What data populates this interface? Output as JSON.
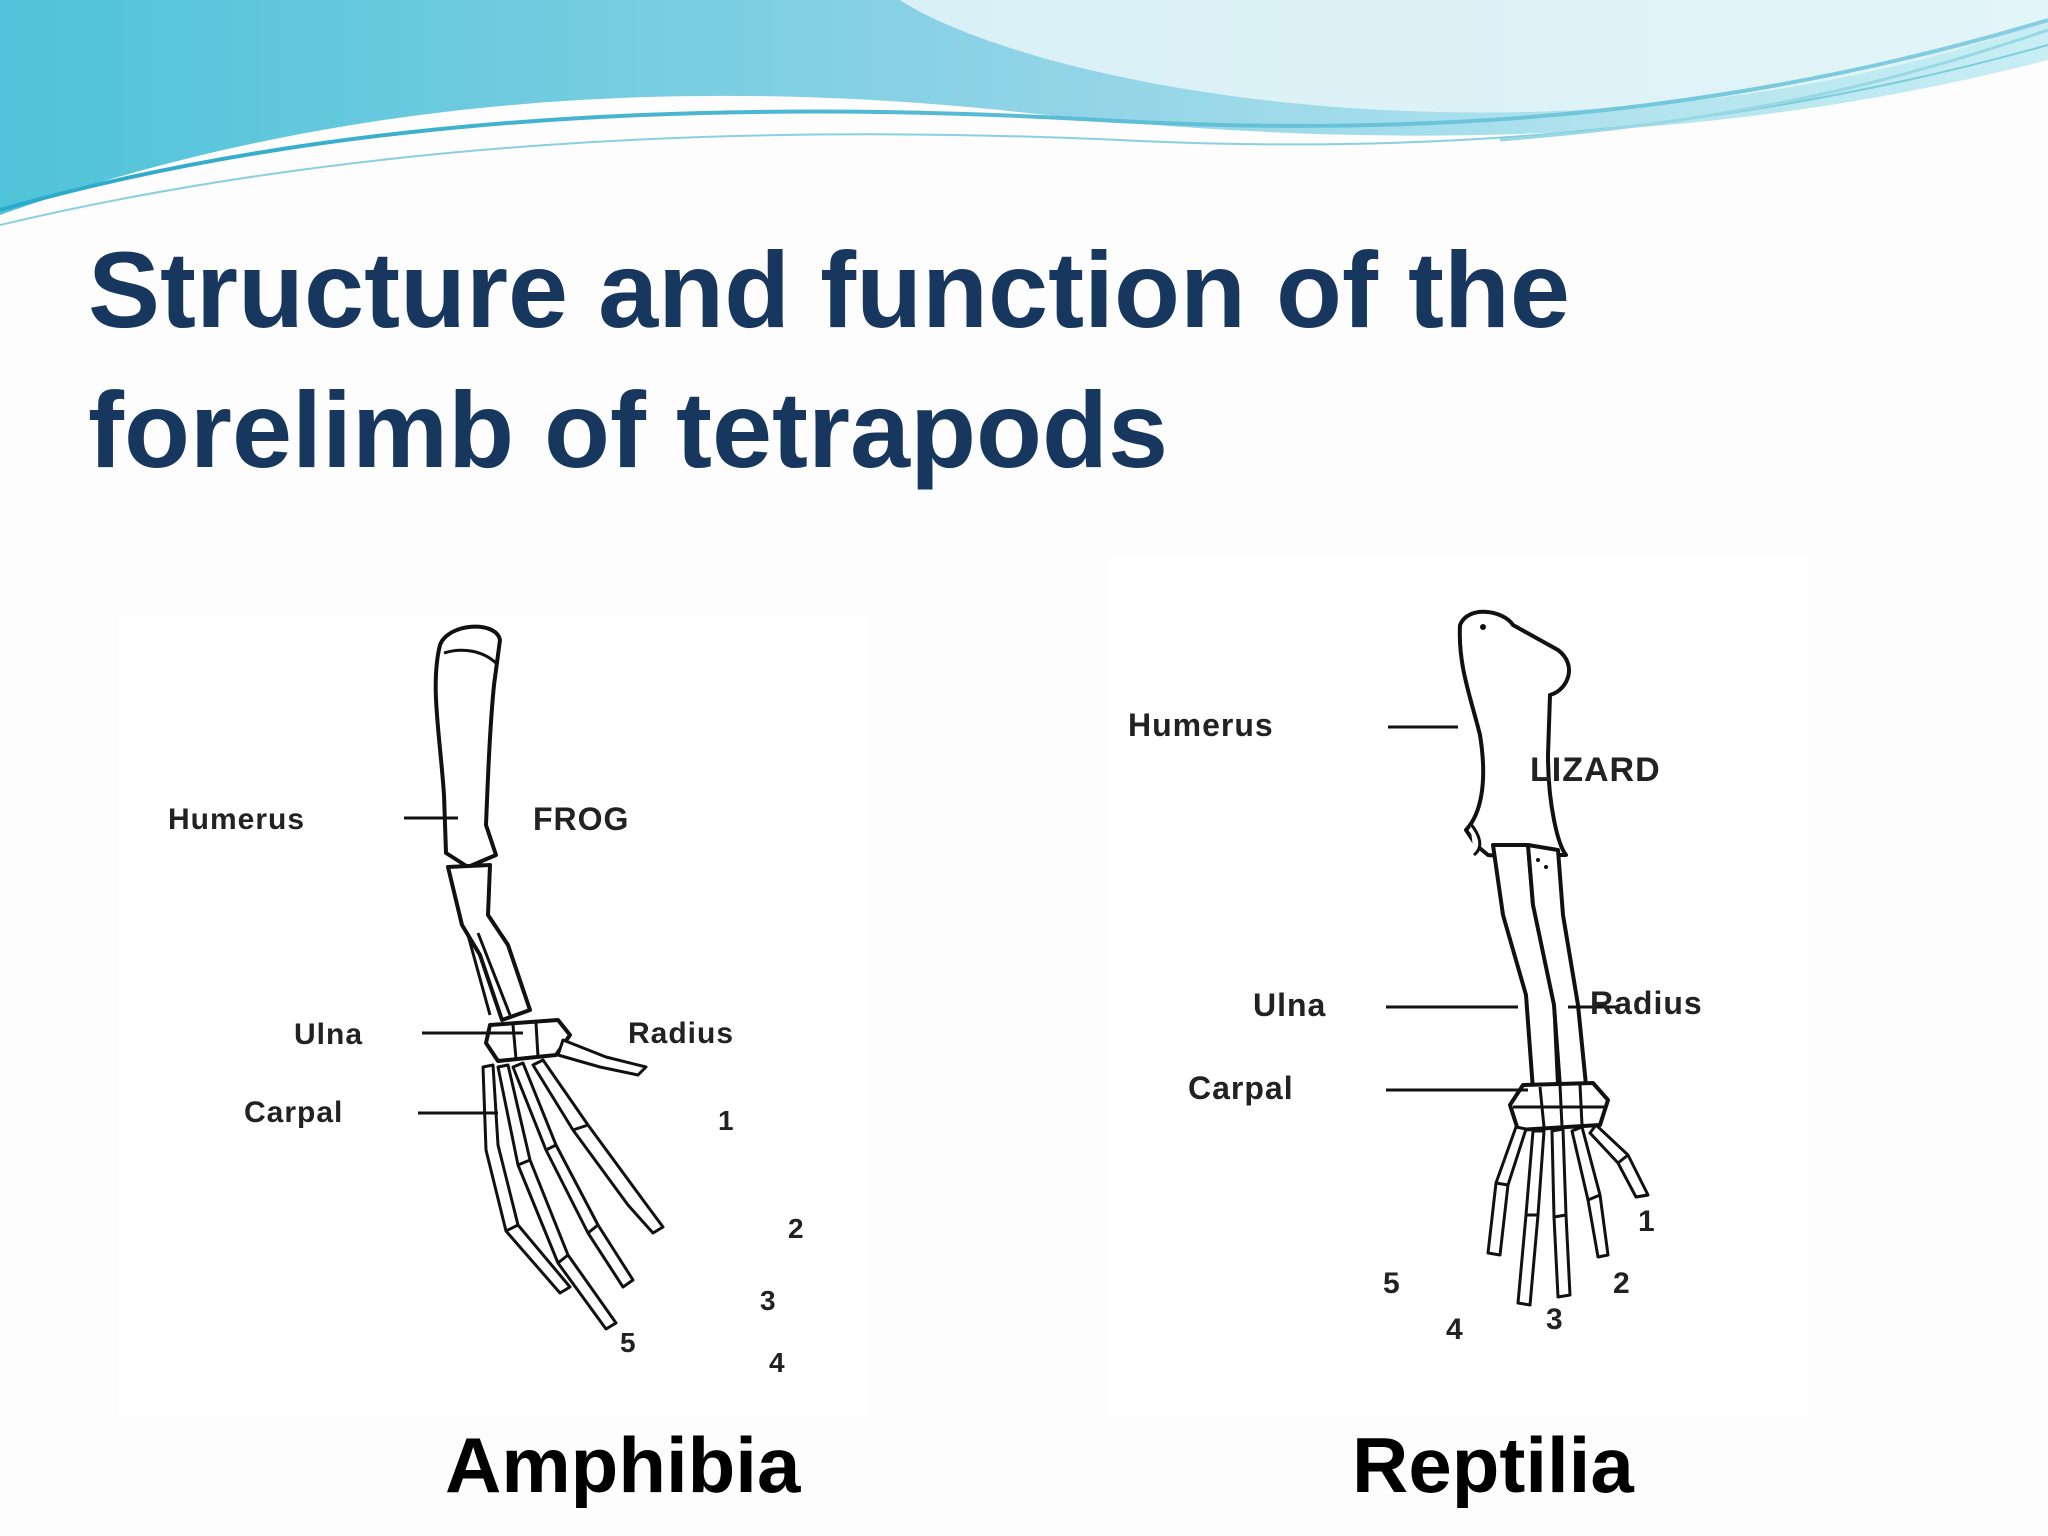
{
  "slide": {
    "title": "Structure and function of the forelimb of tetrapods",
    "theme_colors": {
      "title": "#17375e",
      "wave_dark": "#5bb7d4",
      "wave_light": "#bfe6ef"
    }
  },
  "frog": {
    "species_label": "FROG",
    "labels": {
      "humerus": "Humerus",
      "ulna": "Ulna",
      "radius": "Radius",
      "carpal": "Carpal"
    },
    "digits": [
      "1",
      "2",
      "3",
      "4",
      "5"
    ],
    "caption": "Amphibia"
  },
  "lizard": {
    "species_label": "LIZARD",
    "labels": {
      "humerus": "Humerus",
      "ulna": "Ulna",
      "radius": "Radius",
      "carpal": "Carpal"
    },
    "digits": [
      "1",
      "2",
      "3",
      "4",
      "5"
    ],
    "caption": "Reptilia"
  }
}
